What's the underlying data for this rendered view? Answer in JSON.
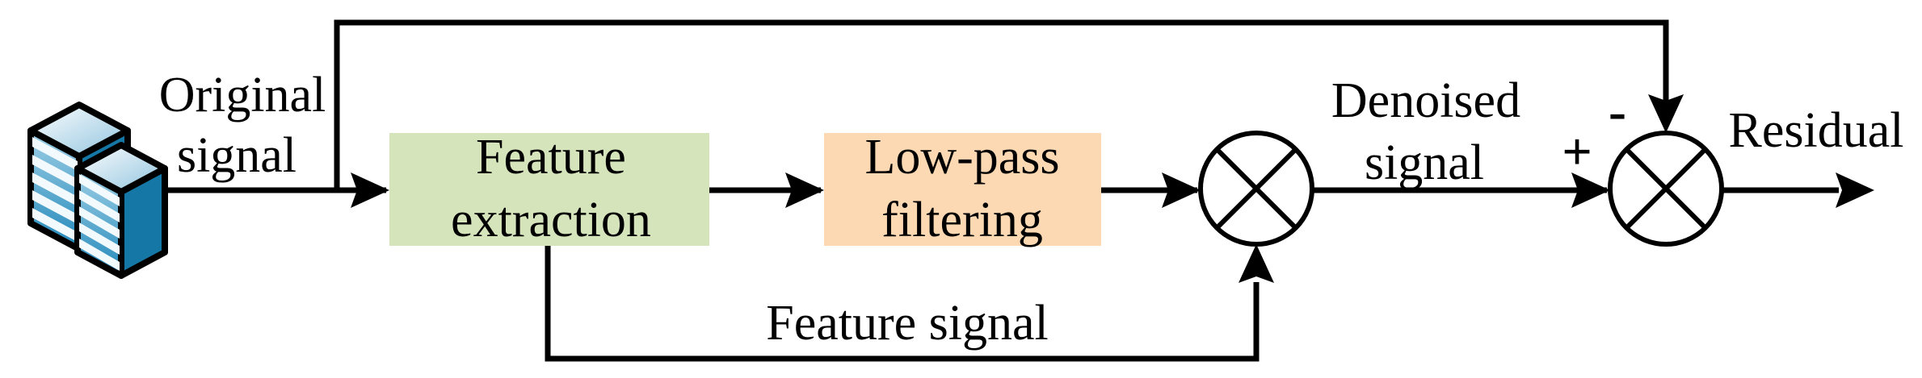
{
  "diagram": {
    "source_label": {
      "line1": "Original",
      "line2": "signal"
    },
    "blocks": {
      "feature_extraction": {
        "line1": "Feature",
        "line2": "extraction",
        "fill": "#d6e4bc"
      },
      "low_pass": {
        "line1": "Low-pass",
        "line2": "filtering",
        "fill": "#fcd9b3"
      }
    },
    "edge_labels": {
      "denoised": {
        "line1": "Denoised",
        "line2": "signal"
      },
      "feature_signal": "Feature signal",
      "residual": "Residual",
      "plus_sign": "+",
      "minus_sign": "-"
    },
    "colors": {
      "line": "#000000",
      "feature_box": "#d6e4bc",
      "lowpass_box": "#fcd9b3"
    }
  }
}
